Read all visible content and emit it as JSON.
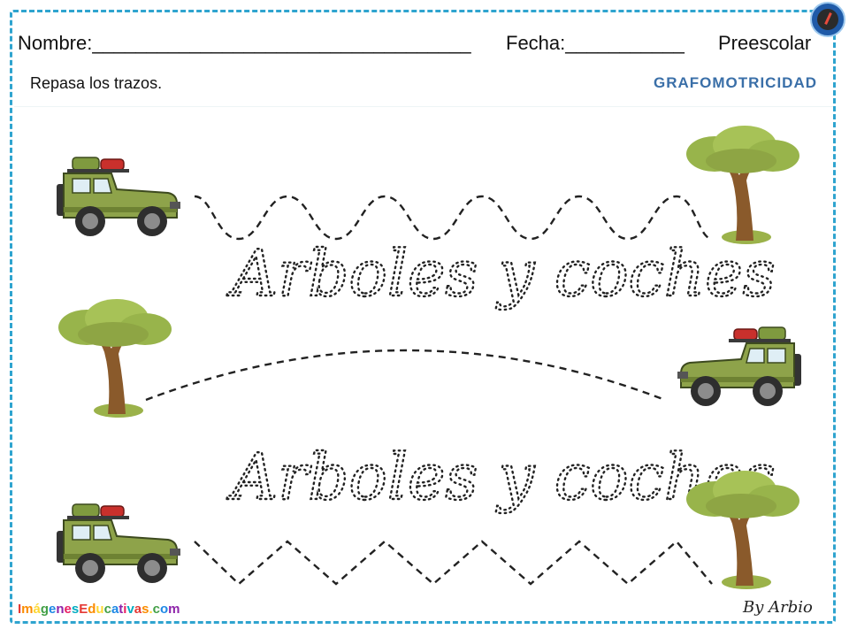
{
  "header": {
    "name_field": "Nombre:___________________________________",
    "date_field": "Fecha:___________",
    "level": "Preescolar",
    "instruction": "Repasa los trazos.",
    "topic": "GRAFOMOTRICIDAD"
  },
  "tracing": {
    "phrase_1": "Arboles y coches",
    "phrase_2": "Arboles y coches"
  },
  "footer": {
    "brand": "ImágenesEducativas.com",
    "signature": "By Arbio"
  },
  "colors": {
    "border": "#2fa4cf",
    "topic": "#3a6fa8",
    "car_body": "#8ea34a",
    "tree_canopy": "#98b44b",
    "tree_trunk": "#8a5a2b"
  },
  "icons": {
    "badge": "school-logo-icon",
    "car": "jeep-icon",
    "tree": "acacia-tree-icon"
  }
}
